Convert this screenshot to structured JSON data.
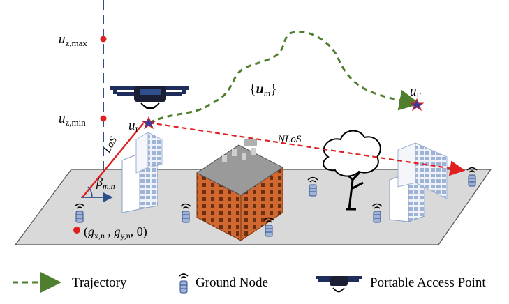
{
  "labels": {
    "uz_max_base": "u",
    "uz_max_sub": "z,max",
    "uz_min_base": "u",
    "uz_min_sub": "z,min",
    "uI_base": "u",
    "uI_sub": "I",
    "uF_base": "u",
    "uF_sub": "F",
    "um_open": "{",
    "um_base": "u",
    "um_sub": "m",
    "um_close": "}",
    "los": "LoS",
    "nlos": "NLoS",
    "beta_base": "β",
    "beta_sub": "m,n",
    "g_open": "(",
    "g_x_base": "g",
    "g_x_sub": "x,n",
    "g_sep": " , ",
    "g_y_base": "g",
    "g_y_sub": "y,n",
    "g_close": ", 0)"
  },
  "legend": {
    "trajectory": "Trajectory",
    "ground_node": "Ground Node",
    "access_point": "Portable Access Point"
  },
  "colors": {
    "trajectory": "#4f7f2e",
    "nlos": "#e02020",
    "los": "#e02020",
    "axis": "#2f4e8c",
    "ground": "#d9d9d9",
    "star": "#3b3b9a",
    "brick": "#d0682f"
  }
}
